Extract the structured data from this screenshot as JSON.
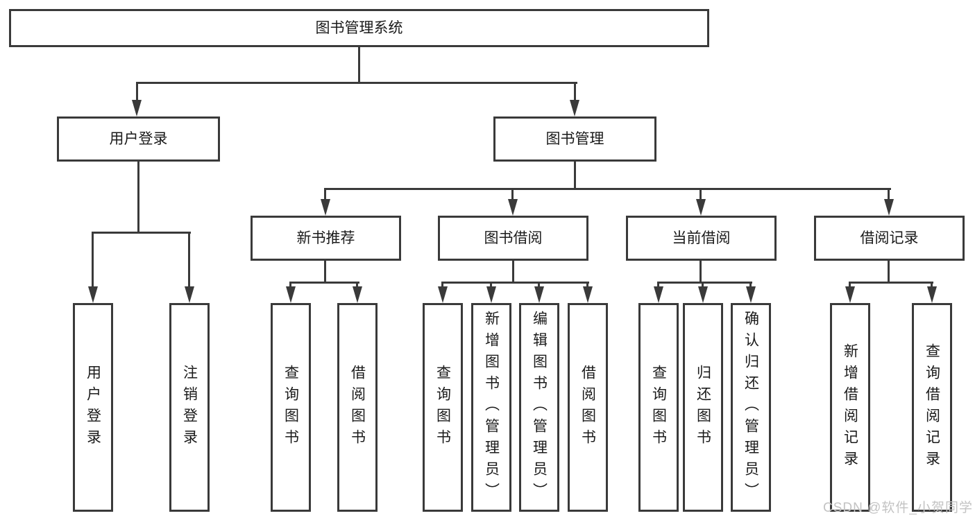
{
  "colors": {
    "line": "#3a3a3a",
    "text": "#1a1a1a",
    "background": "#ffffff",
    "watermark": "#c3c3c3"
  },
  "watermark": "CSDN @软件_小贺同学",
  "tree": {
    "root": {
      "label": "图书管理系统"
    },
    "branches": [
      {
        "label": "用户登录",
        "leaves": [
          "用户登录",
          "注销登录"
        ]
      },
      {
        "label": "图书管理",
        "groups": [
          {
            "label": "新书推荐",
            "leaves": [
              "查询图书",
              "借阅图书"
            ]
          },
          {
            "label": "图书借阅",
            "leaves": [
              "查询图书",
              "新增图书（管理员）",
              "编辑图书（管理员）",
              "借阅图书"
            ]
          },
          {
            "label": "当前借阅",
            "leaves": [
              "查询图书",
              "归还图书",
              "确认归还（管理员）"
            ]
          },
          {
            "label": "借阅记录",
            "leaves": [
              "新增借阅记录",
              "查询借阅记录"
            ]
          }
        ]
      }
    ]
  }
}
